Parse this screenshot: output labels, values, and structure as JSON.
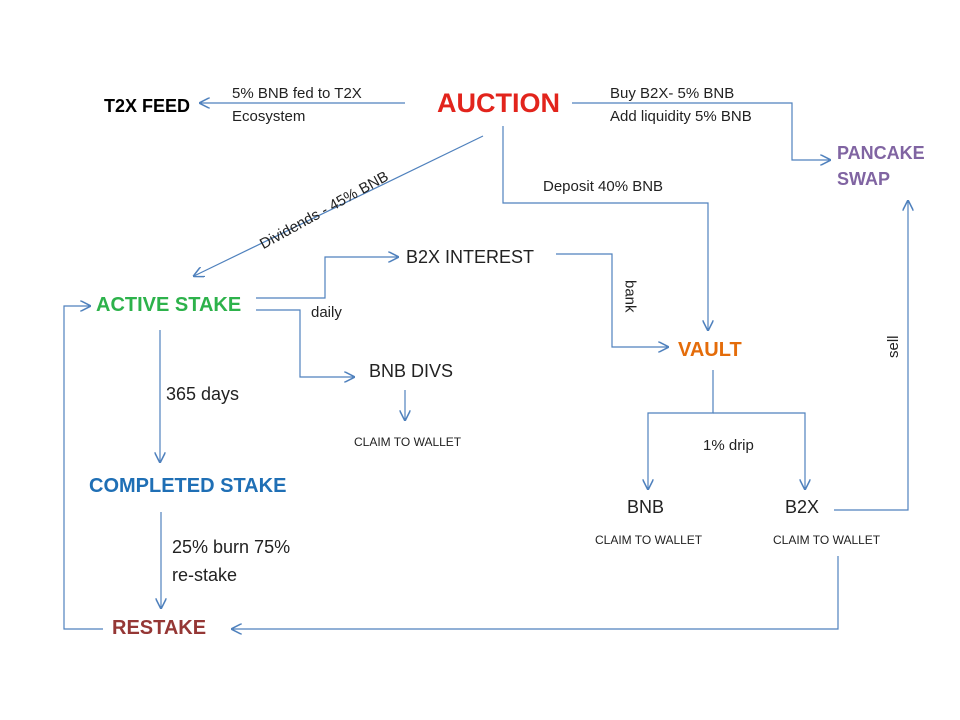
{
  "nodes": {
    "auction": "AUCTION",
    "t2x_feed": "T2X FEED",
    "pancake_swap": "PANCAKE SWAP",
    "active_stake": "ACTIVE STAKE",
    "completed_stake": "COMPLETED STAKE",
    "restake": "RESTAKE",
    "vault": "VAULT",
    "b2x_interest": "B2X INTEREST",
    "bnb_divs": "BNB DIVS",
    "bnb": "BNB",
    "b2x": "B2X"
  },
  "labels": {
    "t2x_feed_line1": "5% BNB fed to T2X",
    "t2x_feed_line2": "Ecosystem",
    "buy_b2x": "Buy B2X- 5% BNB",
    "add_liquidity": "Add liquidity 5% BNB",
    "dividends": "Dividends - 45% BNB",
    "deposit": "Deposit 40% BNB",
    "daily": "daily",
    "bank": "bank",
    "days_365": "365 days",
    "burn_line1": "25% burn 75%",
    "burn_line2": "re-stake",
    "claim_divs": "CLAIM TO WALLET",
    "claim_bnb": "CLAIM TO WALLET",
    "claim_b2x": "CLAIM TO WALLET",
    "drip": "1% drip",
    "sell": "sell"
  },
  "colors": {
    "connector": "#4f81bd",
    "auction": "#e2241c",
    "active_stake": "#2db24b",
    "completed_stake": "#1f6fb5",
    "restake": "#953735",
    "vault": "#e46c0a",
    "pancake_swap": "#8064a2"
  }
}
